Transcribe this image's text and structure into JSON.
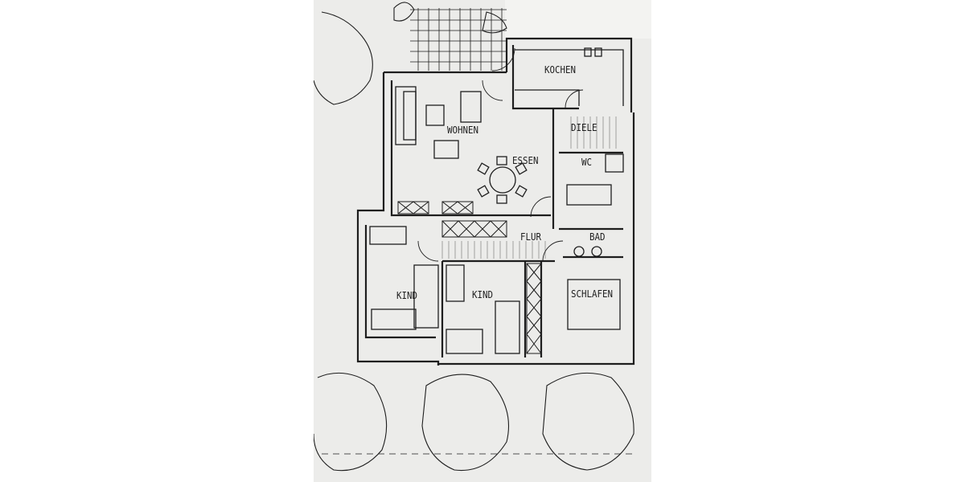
{
  "plan": {
    "rooms": [
      {
        "id": "kochen",
        "label": "KOCHEN"
      },
      {
        "id": "wohnen",
        "label": "WOHNEN"
      },
      {
        "id": "essen",
        "label": "ESSEN"
      },
      {
        "id": "diele",
        "label": "DIELE"
      },
      {
        "id": "wc",
        "label": "WC"
      },
      {
        "id": "flur",
        "label": "FLUR"
      },
      {
        "id": "bad",
        "label": "BAD"
      },
      {
        "id": "kind1",
        "label": "KIND"
      },
      {
        "id": "kind2",
        "label": "KIND"
      },
      {
        "id": "schlafen",
        "label": "SCHLAFEN"
      }
    ]
  },
  "colors": {
    "paper": "#ececea",
    "ink": "#1e1e1e",
    "background": "#ffffff"
  }
}
